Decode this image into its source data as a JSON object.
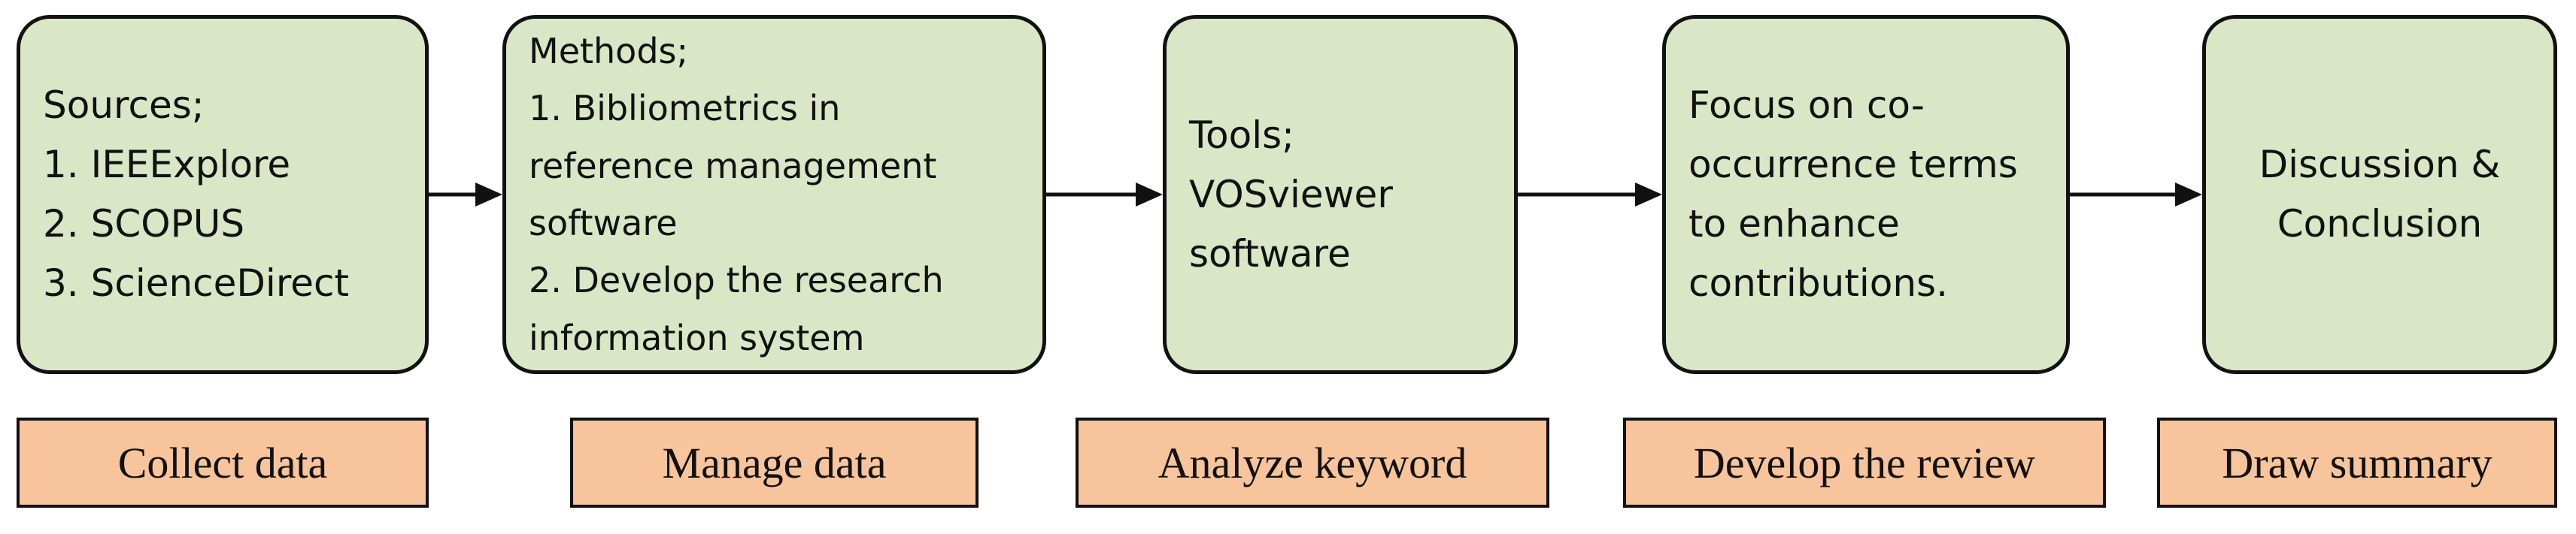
{
  "steps": [
    {
      "lines": [
        "Sources;",
        "1. IEEExplore",
        "2. SCOPUS",
        "3. ScienceDirect"
      ]
    },
    {
      "lines": [
        "Methods;",
        "1. Bibliometrics in",
        "reference management",
        "software",
        "2. Develop the research",
        "information system"
      ]
    },
    {
      "lines": [
        "Tools;",
        "VOSviewer",
        "software"
      ]
    },
    {
      "lines": [
        "Focus on co-",
        "occurrence terms",
        "to enhance",
        "contributions."
      ]
    },
    {
      "lines": [
        "Discussion &",
        "Conclusion"
      ]
    }
  ],
  "labels": [
    "Collect data",
    "Manage data",
    "Analyze keyword",
    "Develop the review",
    "Draw summary"
  ],
  "colors": {
    "box_fill": "#d9e7c6",
    "label_fill": "#f8c49c",
    "stroke": "#111111"
  }
}
